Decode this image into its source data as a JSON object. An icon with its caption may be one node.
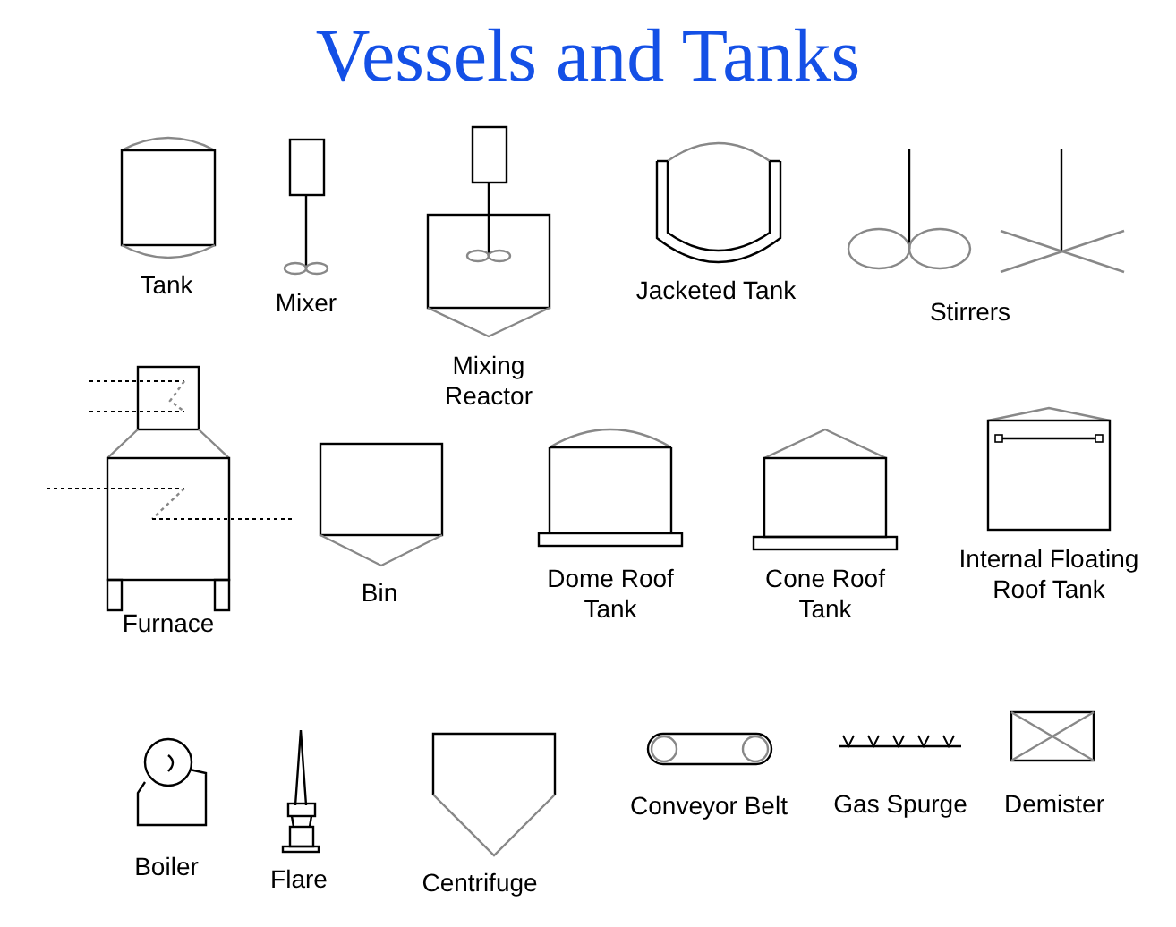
{
  "diagram": {
    "title": "Vessels and Tanks",
    "labels": [
      "Tank",
      "Mixer",
      "Mixing Reactor",
      "Jacketed Tank",
      "Stirrers",
      "Furnace",
      "Bin",
      "Dome Roof Tank",
      "Cone Roof Tank",
      "Internal Floating Roof Tank",
      "Boiler",
      "Flare",
      "Centrifuge",
      "Conveyor Belt",
      "Gas Spurge",
      "Demister"
    ]
  }
}
